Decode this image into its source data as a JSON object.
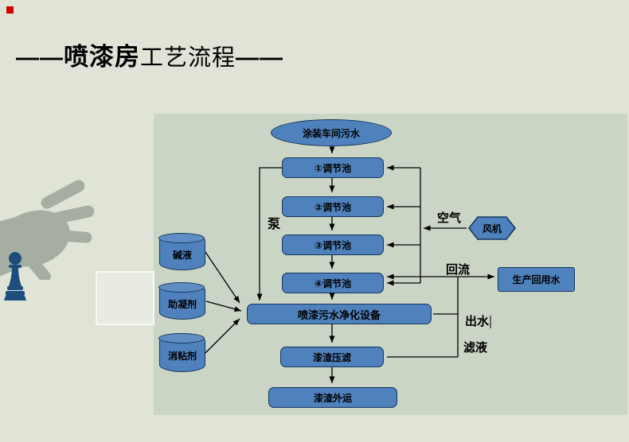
{
  "title": {
    "prefix": "——",
    "main": "喷漆房",
    "rest": "工艺流程",
    "suffix": "——"
  },
  "colors": {
    "slide_background": "#dfe4d6",
    "panel_background": "#cbd5c5",
    "node_fill": "#4f81bd",
    "node_border": "#17365c",
    "connector": "#000000",
    "red_square": "#d40000",
    "hand_silhouette": "#a6aea2",
    "figure_silhouette": "#1c4d7d"
  },
  "flowchart": {
    "source": "涂装车间污水",
    "pools": [
      {
        "label": "①调节池"
      },
      {
        "label": "②调节池"
      },
      {
        "label": "③调节池"
      },
      {
        "label": "④调节池"
      }
    ],
    "equipment": "喷漆污水净化设备",
    "press_filter": "漆渣压滤",
    "transport_out": "漆渣外运",
    "chemicals": [
      {
        "label": "碱液"
      },
      {
        "label": "助凝剂"
      },
      {
        "label": "消粘剂"
      }
    ],
    "fan": "风机",
    "reuse_water": "生产回用水",
    "annotations": {
      "pump": "泵",
      "air": "空气",
      "reflux": "回流",
      "effluent": "出水",
      "filtrate": "滤液"
    }
  }
}
